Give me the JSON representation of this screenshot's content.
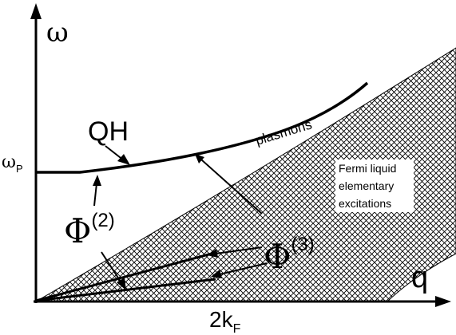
{
  "diagram": {
    "axes": {
      "y_label": "ω",
      "x_label": "q",
      "y_tick": {
        "main": "ω",
        "sub": "P"
      },
      "x_tick": {
        "main": "2k",
        "sub": "F"
      }
    },
    "labels": {
      "qh": "QH",
      "plasmons": "plasmons",
      "phi2": {
        "main": "Φ",
        "sup": "(2)"
      },
      "phi3": {
        "main": "Φ",
        "sup": "(3)"
      },
      "fermi": [
        "Fermi liquid",
        "elementary",
        "excitations"
      ]
    },
    "colors": {
      "ink": "#000000",
      "background": "#ffffff"
    }
  }
}
